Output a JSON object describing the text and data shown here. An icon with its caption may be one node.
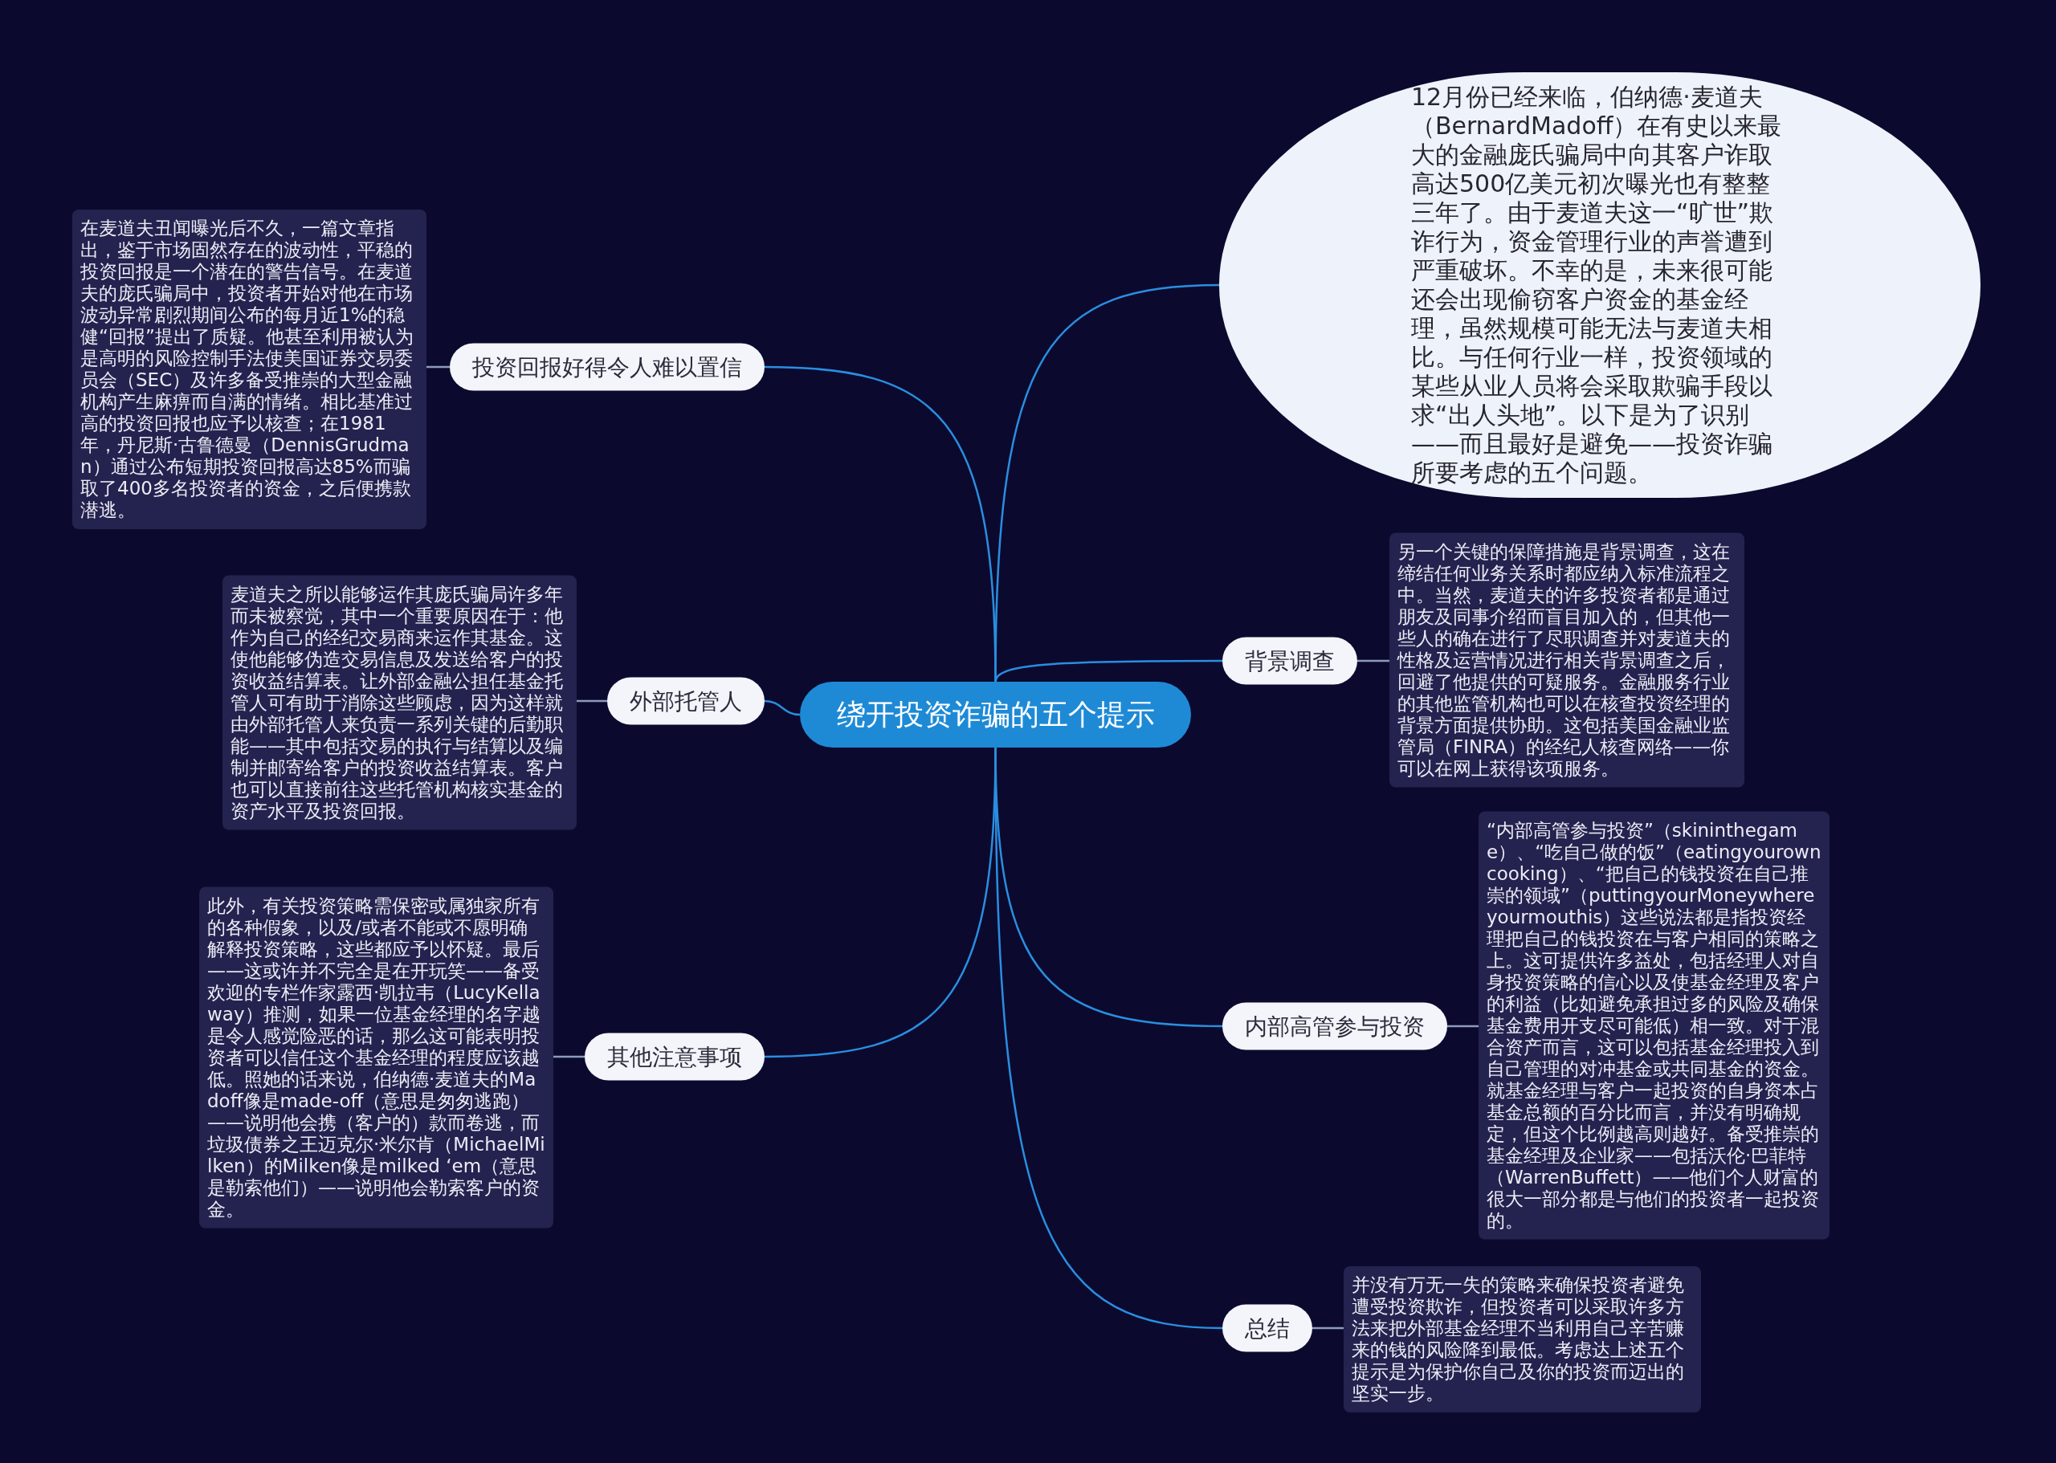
{
  "diagram": {
    "nodes": [
      {
        "text": [
          "绕开投资诈骗的五个提示"
        ]
      },
      {
        "text": [
          "投资回报好得令人难以置信"
        ]
      },
      {
        "text": [
          "在麦道夫丑闻曝光后不久，一篇文章指出，鉴于市场固然存在的波动性，平稳的投资回报是一个潜在的警告信号。在麦道夫的庞氏骗局中，投资者开始对他在市场波动异常剧烈期间公布的每月近1%的稳健“回报”提出了质疑。他甚至利用被认为是高明的风险控制手法使美国证券交易委员会（SEC）及许多备受推崇的大型金融机构产生麻痹而自满的情绪。相比基准过高的投资回报也应予以核查；在1981年，丹尼斯·古鲁德曼（DennisGrudman）通过公布短期投资回报高达85%而骗取了400多名投资者的资金，之后便携款潜逃。"
        ]
      },
      {
        "text": [
          "外部托管人"
        ]
      },
      {
        "text": [
          "麦道夫之所以能够运作其庞氏骗局许多年而未被察觉，其中一个重要原因在于：他作为自己的经纪交易商来运作其基金。这使他能够伪造交易信息及发送给客户的投资收益结算表。让外部金融公担任基金托管人可有助于消除这些顾虑，因为这样就由外部托管人来负责一系列关键的后勤职能——其中包括交易的执行与结算以及编制并邮寄给客户的投资收益结算表。客户也可以直接前往这些托管机构核实基金的资产水平及投资回报。"
        ]
      },
      {
        "text": [
          "其他注意事项"
        ]
      },
      {
        "text": [
          "此外，有关投资策略需保密或属独家所有的各种假象，以及/或者不能或不愿明确解释投资策略，这些都应予以怀疑。最后——这或许并不完全是在开玩笑——备受欢迎的专栏作家露西·凯拉韦（LucyKellaway）推测，如果一位基金经理的名字越是令人感觉险恶的话，那么这可能表明投资者可以信任这个基金经理的程度应该越低。照她的话来说，伯纳德·麦道夫的Madoff像是made-off（意思是匆匆逃跑）——说明他会携（客户的）款而卷逃，而垃圾债券之王迈克尔·米尔肯（MichaelMilken）的Milken像是milked ‘em（意思是勒索他们）——说明他会勒索客户的资金。"
        ]
      },
      {
        "text": [
          "12月份已经来临，伯纳德·麦道夫（BernardMadoff）在有史以来最大的金融庞氏骗局中向其客户诈取高达500亿美元初次曝光也有整整三年了。由于麦道夫这一“旷世”欺诈行为，资金管理行业的声誉遭到严重破坏。不幸的是，未来很可能还会出现偷窃客户资金的基金经理，虽然规模可能无法与麦道夫相比。与任何行业一样，投资领域的某些从业人员将会采取欺骗手段以求“出人头地”。以下是为了识别——而且最好是避免——投资诈骗所要考虑的五个问题。"
        ]
      },
      {
        "text": [
          "背景调查"
        ]
      },
      {
        "text": [
          "另一个关键的保障措施是背景调查，这在缔结任何业务关系时都应纳入标准流程之中。当然，麦道夫的许多投资者都是通过朋友及同事介绍而盲目加入的，但其他一些人的确在进行了尽职调查并对麦道夫的性格及运营情况进行相关背景调查之后，回避了他提供的可疑服务。金融服务行业的其他监管机构也可以在核查投资经理的背景方面提供协助。这包括美国金融业监管局（FINRA）的经纪人核查网络——你可以在网上获得该项服务。"
        ]
      },
      {
        "text": [
          "内部高管参与投资"
        ]
      },
      {
        "text": [
          "“内部高管参与投资”（skininthegame）、“吃自己做的饭”（eatingyourowncooking）、“把自己的钱投资在自己推崇的领域”（puttingyourMoneywhereyourmouthis）这些说法都是指投资经理把自己的钱投资在与客户相同的策略之上。这可提供许多益处，包括经理人对自身投资策略的信心以及使基金经理及客户的利益（比如避免承担过多的风险及确保基金费用开支尽可能低）相一致。对于混合资产而言，这可以包括基金经理投入到自己管理的对冲基金或共同基金的资金。就基金经理与客户一起投资的自身资本占基金总额的百分比而言，并没有明确规定，但这个比例越高则越好。备受推崇的基金经理及企业家——包括沃伦·巴菲特（WarrenBuffett）——他们个人财富的很大一部分都是与他们的投资者一起投资的。"
        ]
      },
      {
        "text": [
          "总结"
        ]
      },
      {
        "text": [
          "并没有万无一失的策略来确保投资者避免遭受投资欺诈，但投资者可以采取许多方法来把外部基金经理不当利用自己辛苦赚来的钱的风险降到最低。考虑达上述五个提示是为保护你自己及你的投资而迈出的坚实一步。"
        ]
      }
    ],
    "edges": [
      {
        "from": 0,
        "to": 1,
        "arrow": "none"
      },
      {
        "from": 1,
        "to": 2,
        "arrow": "none",
        "color": "#8e9bbb"
      },
      {
        "from": 0,
        "to": 3,
        "arrow": "none"
      },
      {
        "from": 3,
        "to": 4,
        "arrow": "none",
        "color": "#8e9bbb"
      },
      {
        "from": 0,
        "to": 5,
        "arrow": "none"
      },
      {
        "from": 5,
        "to": 6,
        "arrow": "none",
        "color": "#8e9bbb"
      },
      {
        "from": 0,
        "to": 7,
        "arrow": "none"
      },
      {
        "from": 0,
        "to": 8,
        "arrow": "none"
      },
      {
        "from": 8,
        "to": 9,
        "arrow": "none",
        "color": "#8e9bbb"
      },
      {
        "from": 0,
        "to": 10,
        "arrow": "none"
      },
      {
        "from": 10,
        "to": 11,
        "arrow": "none",
        "color": "#8e9bbb"
      },
      {
        "from": 0,
        "to": 12,
        "arrow": "none"
      },
      {
        "from": 12,
        "to": 13,
        "arrow": "none",
        "color": "#8e9bbb"
      }
    ]
  }
}
